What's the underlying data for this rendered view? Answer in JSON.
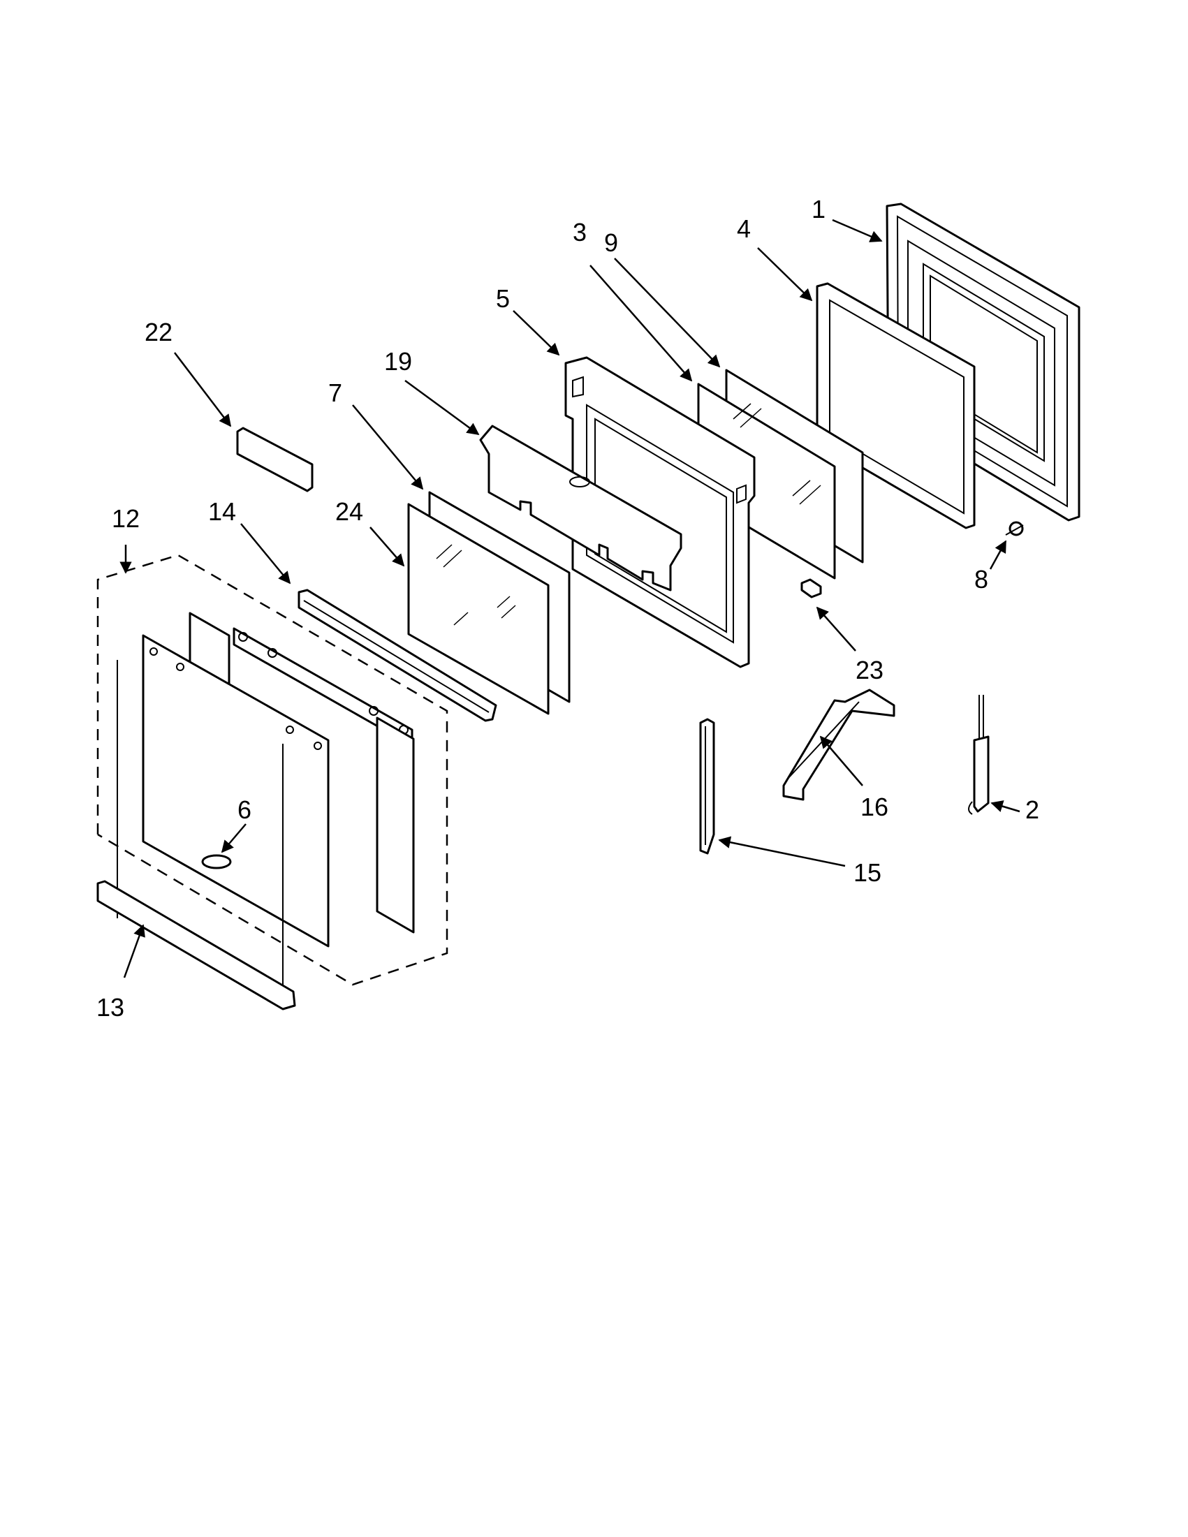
{
  "diagram": {
    "callouts": [
      {
        "id": "p1",
        "label": "1"
      },
      {
        "id": "p2",
        "label": "2"
      },
      {
        "id": "p3",
        "label": "3"
      },
      {
        "id": "p4",
        "label": "4"
      },
      {
        "id": "p5",
        "label": "5"
      },
      {
        "id": "p6",
        "label": "6"
      },
      {
        "id": "p7",
        "label": "7"
      },
      {
        "id": "p8",
        "label": "8"
      },
      {
        "id": "p9",
        "label": "9"
      },
      {
        "id": "p12",
        "label": "12"
      },
      {
        "id": "p13",
        "label": "13"
      },
      {
        "id": "p14",
        "label": "14"
      },
      {
        "id": "p15",
        "label": "15"
      },
      {
        "id": "p16",
        "label": "16"
      },
      {
        "id": "p19",
        "label": "19"
      },
      {
        "id": "p22",
        "label": "22"
      },
      {
        "id": "p23",
        "label": "23"
      },
      {
        "id": "p24",
        "label": "24"
      }
    ]
  }
}
